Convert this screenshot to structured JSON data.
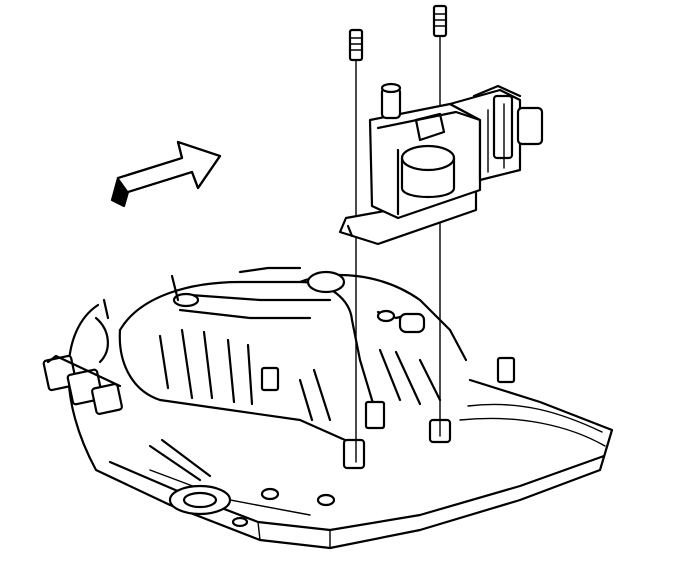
{
  "figure": {
    "kind": "exploded-view line illustration",
    "colors": {
      "ink": "#000000",
      "paper": "#ffffff"
    },
    "parts": [
      {
        "name": "intake-manifold"
      },
      {
        "name": "ignition-coil-module-bracket"
      },
      {
        "name": "mounting-stud"
      },
      {
        "name": "direction-arrow"
      }
    ]
  }
}
